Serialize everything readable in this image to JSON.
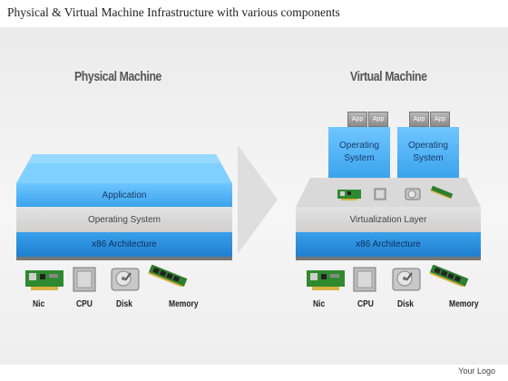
{
  "title": "Physical & Virtual Machine Infrastructure with various components",
  "physical": {
    "heading": "Physical Machine",
    "layers": [
      "Application",
      "Operating System",
      "x86 Architecture"
    ],
    "components": [
      "Nic",
      "CPU",
      "Disk",
      "Memory"
    ]
  },
  "virtual": {
    "heading": "Virtual Machine",
    "vms": [
      {
        "label": "Operating System",
        "apps": [
          "App",
          "App"
        ]
      },
      {
        "label": "Operating System",
        "apps": [
          "App",
          "App"
        ]
      }
    ],
    "layers": [
      "Virtualization Layer",
      "x86 Architecture"
    ],
    "components": [
      "Nic",
      "CPU",
      "Disk",
      "Memory"
    ]
  },
  "footer": {
    "logo": "Your Logo"
  },
  "colors": {
    "blue_light": "#6fc6ff",
    "blue_dark": "#1f7fd0",
    "gray": "#d4d4d4"
  }
}
